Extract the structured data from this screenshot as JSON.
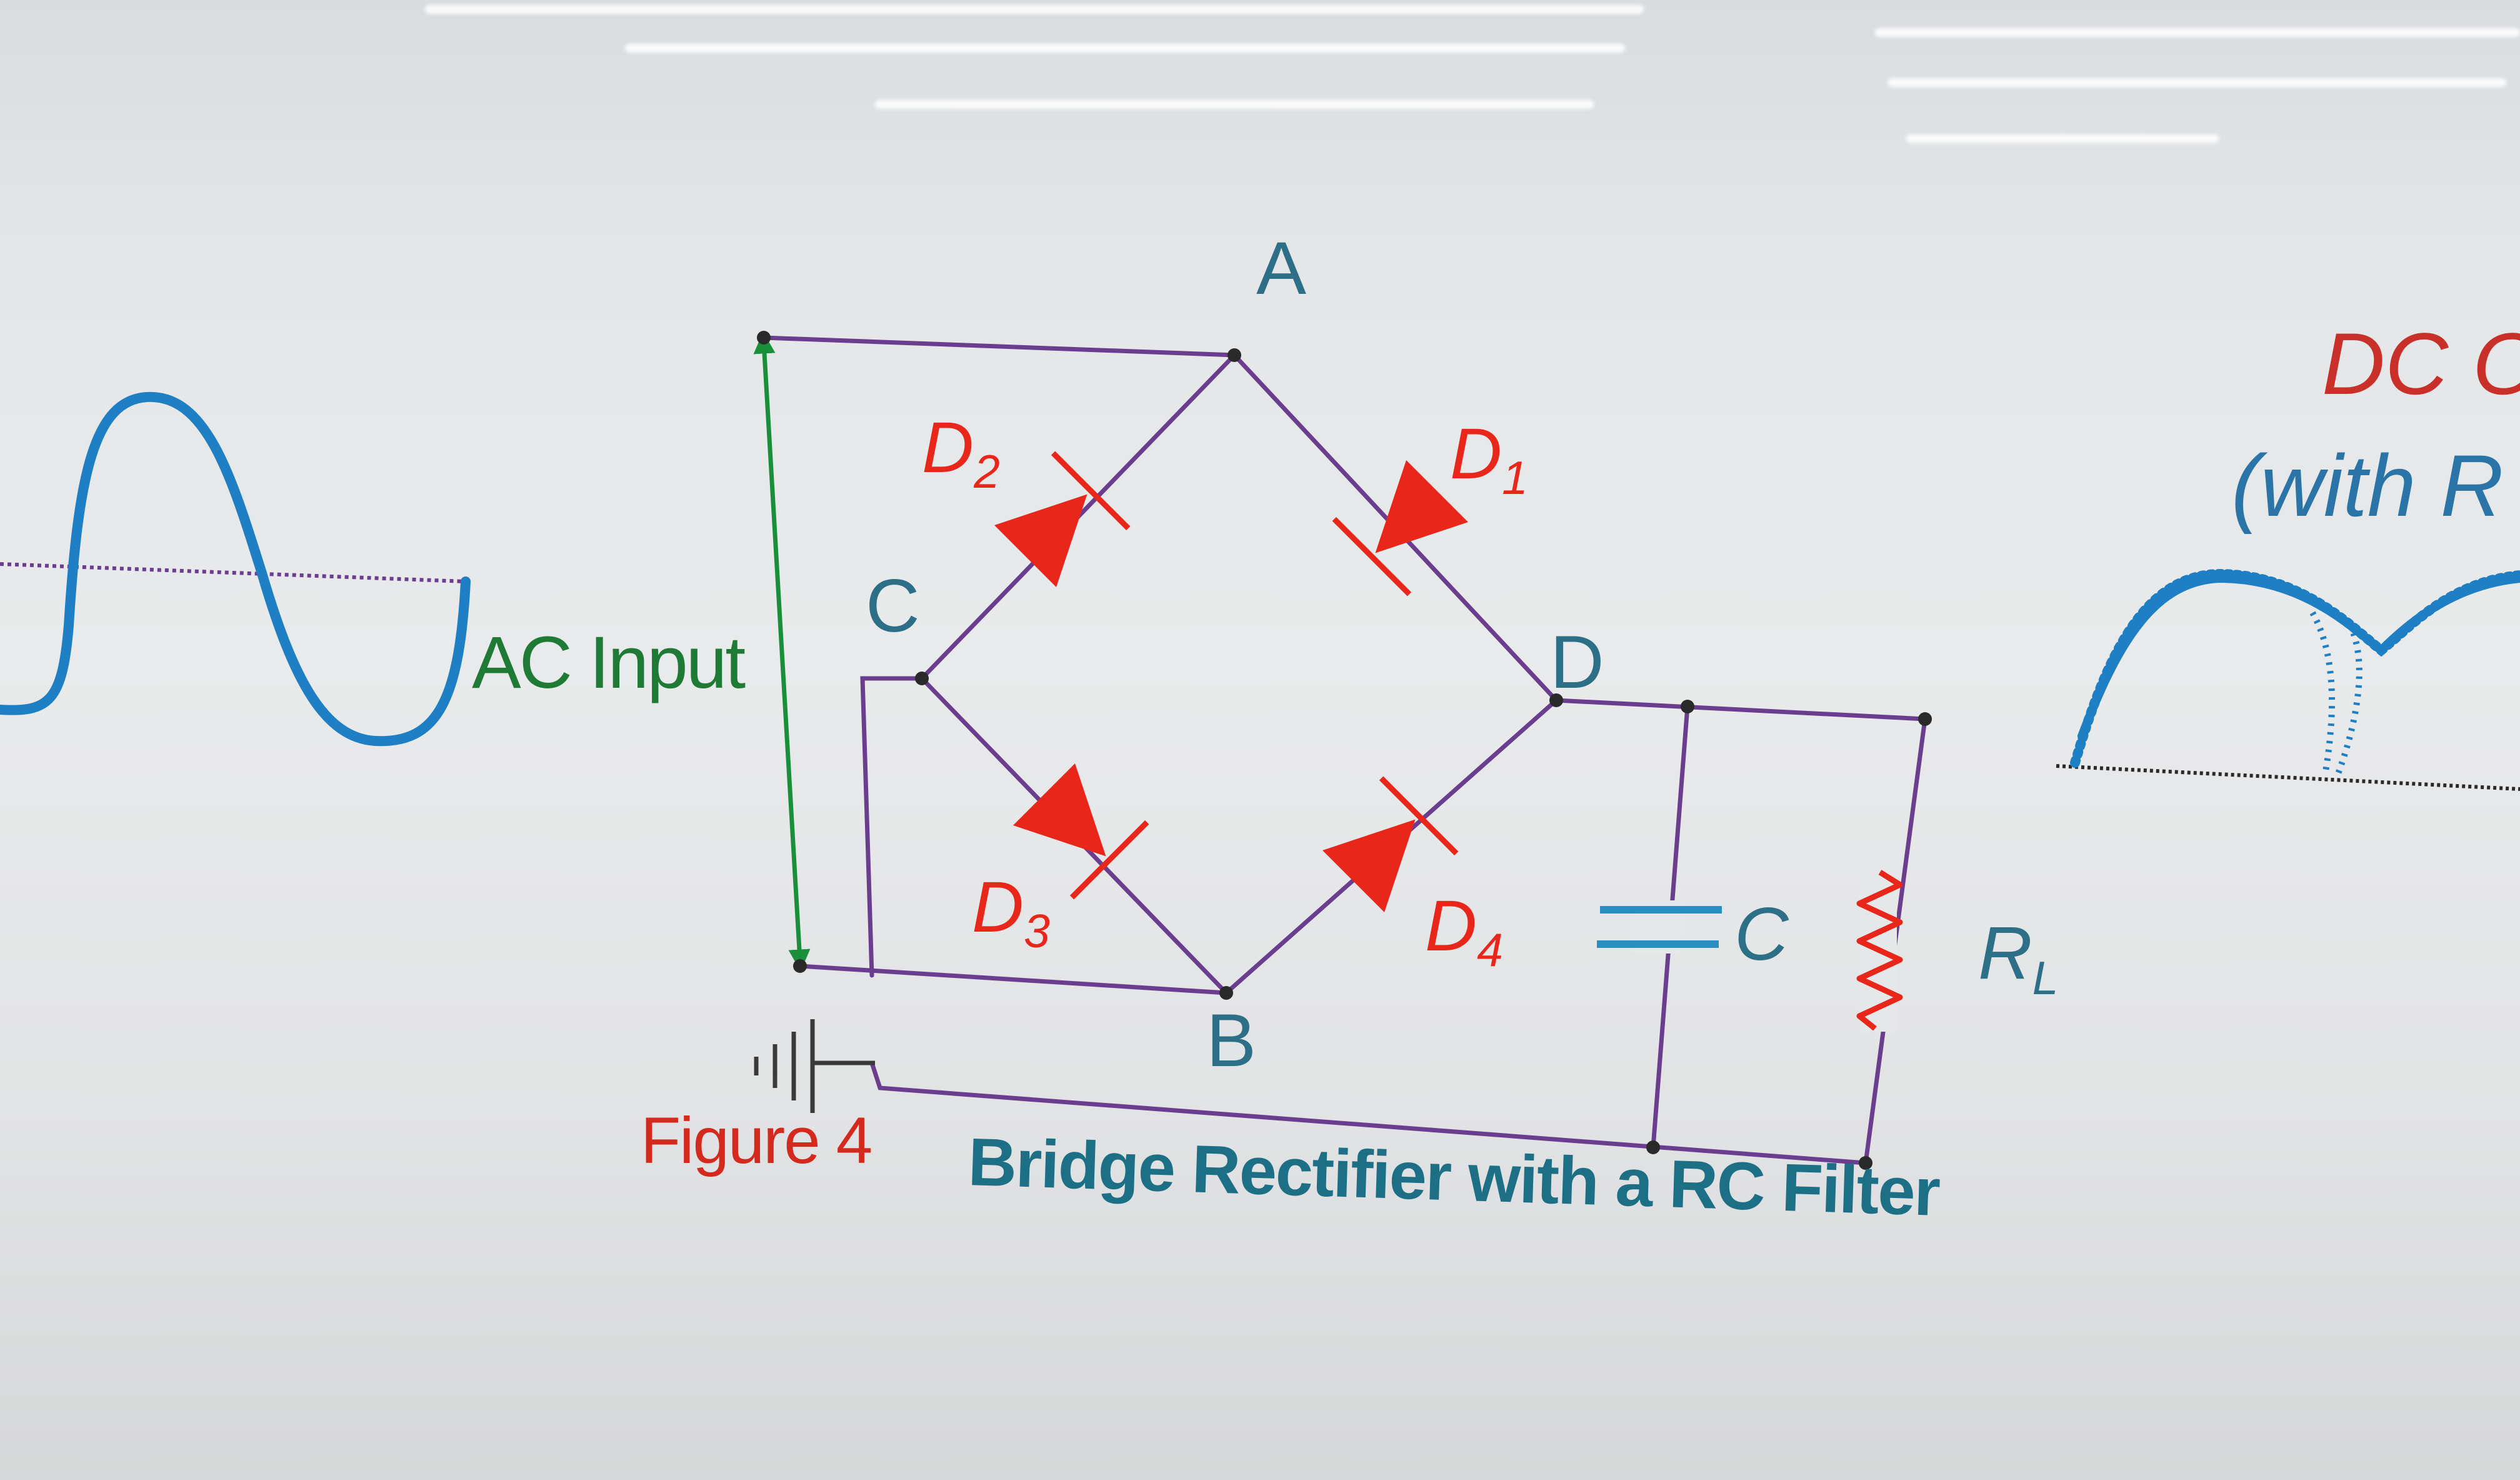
{
  "colors": {
    "wire": "#6a3d8f",
    "diode": "#e8271a",
    "node_label": "#2c6f86",
    "ac_arrow": "#1a8f3a",
    "ac_label": "#1f7a35",
    "caption_red": "#d42a1e",
    "caption_blue": "#1d6f86",
    "waveform": "#1f7fc4",
    "capacitor": "#2a8fc0",
    "dc_title": "#c9302a",
    "dc_subtitle": "#2a74a8"
  },
  "nodes": {
    "a": "A",
    "b": "B",
    "c": "C",
    "d": "D"
  },
  "diodes": {
    "d1": {
      "letter": "D",
      "sub": "1"
    },
    "d2": {
      "letter": "D",
      "sub": "2"
    },
    "d3": {
      "letter": "D",
      "sub": "3"
    },
    "d4": {
      "letter": "D",
      "sub": "4"
    }
  },
  "ac_input_label": "AC Input",
  "capacitor_label": "C",
  "load": {
    "letter": "R",
    "sub": "L"
  },
  "caption": {
    "figure": "Figure 4",
    "title": "Bridge Rectifier with a RC Filter"
  },
  "right_panel": {
    "title": "DC O",
    "subtitle": "(with R"
  }
}
